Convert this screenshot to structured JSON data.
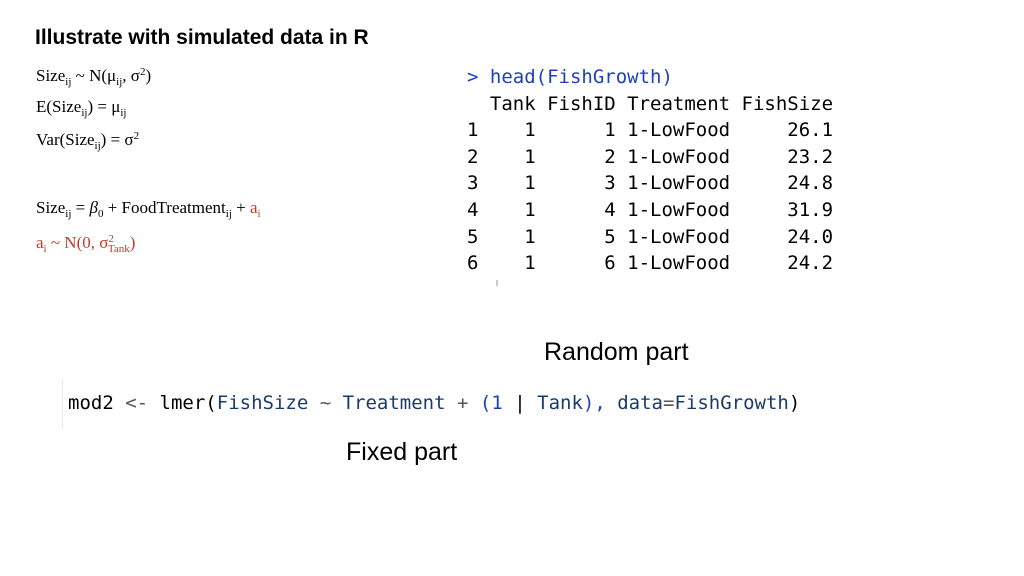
{
  "title": "Illustrate with simulated data in R",
  "equations": {
    "eq1": {
      "a": "Size",
      "b": "ij",
      "c": " ~ N(μ",
      "d": "ij",
      "e": ", σ",
      "f": "2",
      "g": ")"
    },
    "eq2": {
      "a": "E(Size",
      "b": "ij",
      "c": ") = μ",
      "d": "ij"
    },
    "eq3": {
      "a": "Var(Size",
      "b": "ij",
      "c": ") = σ",
      "d": "2"
    },
    "eq4": {
      "a": "Size",
      "b": "ij",
      "c": " = ",
      "beta": "β",
      "d": "0",
      "e": " + FoodTreatment",
      "f": "ij",
      "g": " + ",
      "h": "a",
      "i": "i"
    },
    "eq5": {
      "a": "a",
      "b": "i",
      "c": " ~ N(0, σ",
      "d": "2",
      "e": "Tank",
      "f": ")"
    }
  },
  "console": {
    "prompt": "> ",
    "command": "head(FishGrowth)",
    "header": "  Tank FishID Treatment FishSize",
    "rows": [
      "1    1      1 1-LowFood     26.1",
      "2    1      2 1-LowFood     23.2",
      "3    1      3 1-LowFood     24.8",
      "4    1      4 1-LowFood     31.9",
      "5    1      5 1-LowFood     24.0",
      "6    1      6 1-LowFood     24.2"
    ]
  },
  "annotations": {
    "random": "Random part",
    "fixed": "Fixed part"
  },
  "code": {
    "t1": "mod2 ",
    "t2": "<-",
    "t3": " lmer",
    "t4": "(",
    "t5": "FishSize ",
    "t6": "~",
    "t7": " Treatment ",
    "t8": "+",
    "t9": " (",
    "t10": "1",
    "t11": " | ",
    "t12": "Tank",
    "t13": "), ",
    "t14": "data",
    "t15": "=",
    "t16": "FishGrowth",
    "t17": ")"
  },
  "colors": {
    "red_text": "#c0392b",
    "console_command": "#1f3fbf"
  }
}
